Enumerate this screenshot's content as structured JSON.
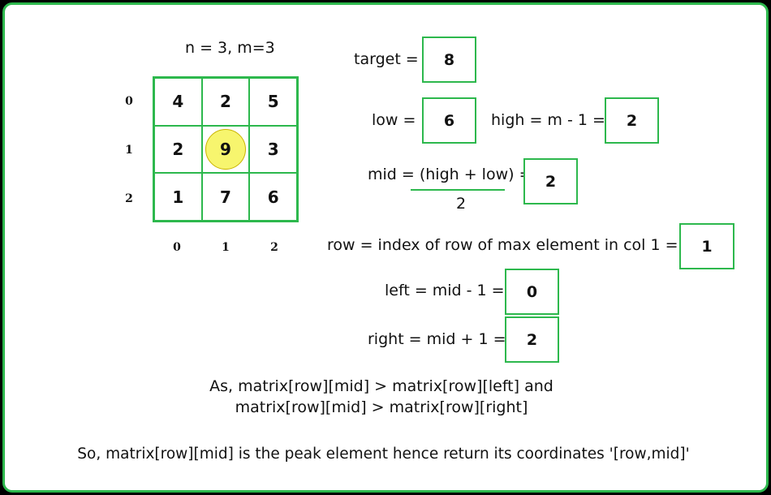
{
  "header": "n = 3, m=3",
  "matrix": {
    "row_labels": [
      "0",
      "1",
      "2"
    ],
    "col_labels": [
      "0",
      "1",
      "2"
    ],
    "cells": [
      [
        "4",
        "2",
        "5"
      ],
      [
        "2",
        "9",
        "3"
      ],
      [
        "1",
        "7",
        "6"
      ]
    ],
    "highlight": {
      "row": 1,
      "col": 1,
      "color": "#f7f56e"
    }
  },
  "target": {
    "label": "target =",
    "value": "8"
  },
  "low": {
    "label": "low =",
    "value": "6"
  },
  "high": {
    "label": "high = m - 1 =",
    "value": "2"
  },
  "mid": {
    "label": "mid = (high + low) =",
    "denominator": "2",
    "value": "2"
  },
  "row": {
    "label": "row = index of row of max element in col 1 =",
    "value": "1"
  },
  "left": {
    "label": "left = mid - 1 =",
    "value": "0"
  },
  "right": {
    "label": "right = mid + 1 =",
    "value": "2"
  },
  "condition": {
    "line1": "As, matrix[row][mid] > matrix[row][left] and",
    "line2": "matrix[row][mid] > matrix[row][right]"
  },
  "conclusion": "So, matrix[row][mid] is the peak element hence return its coordinates '[row,mid]'",
  "colors": {
    "accent": "#2db84d",
    "highlight": "#f7f56e"
  }
}
